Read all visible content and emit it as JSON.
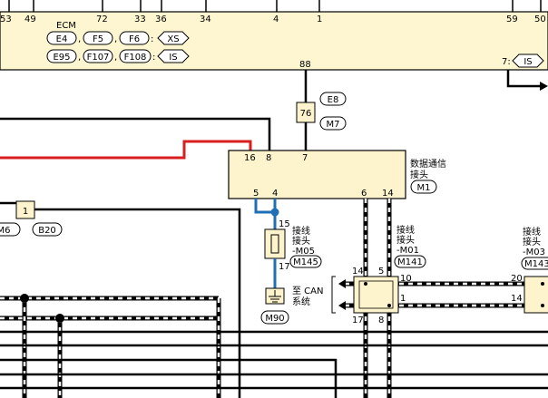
{
  "colors": {
    "ecm_fill": "#fdf6d0",
    "connector_fill": "#fdf3cc",
    "wire_black": "#000000",
    "wire_red": "#d81e1e",
    "wire_blue": "#1f6fb5"
  },
  "ecm": {
    "title": "ECM",
    "top_pins": [
      "53",
      "49",
      "72",
      "33",
      "36",
      "34",
      "4",
      "1",
      "59",
      "50"
    ],
    "connectors_row1": [
      "E4",
      "F5",
      "F6",
      "XS"
    ],
    "connectors_row2": [
      "E95",
      "F107",
      "F108",
      "IS"
    ],
    "pin_88": "88",
    "pin_7_label": "7:",
    "pin_7_tag": "IS"
  },
  "connector_76": {
    "number": "76",
    "tag_top": "E8",
    "tag_bottom": "M7"
  },
  "data_link": {
    "label_line1": "数据通信",
    "label_line2": "接头",
    "tag": "M1",
    "top_pins": [
      "16",
      "8",
      "7"
    ],
    "bottom_pins": [
      "5",
      "4",
      "6",
      "14"
    ]
  },
  "joint_m05": {
    "label_line1": "接线",
    "label_line2": "接头",
    "label_line3": "-M05",
    "tag": "M145",
    "pin_top": "15",
    "pin_bottom": "17"
  },
  "joint_m01": {
    "label_line1": "接线",
    "label_line2": "接头",
    "label_line3": "-M01",
    "tag": "M141",
    "pins_left": [
      "14",
      "17"
    ],
    "pins_right": [
      "5",
      "10",
      "1",
      "8"
    ]
  },
  "joint_m03": {
    "label_line1": "接线",
    "label_line2": "接头",
    "label_line3": "-M03",
    "tag": "M143",
    "pins": [
      "20",
      "14"
    ]
  },
  "can_ground": {
    "label_line1": "至 CAN",
    "label_line2": "系统",
    "tag": "M90"
  },
  "connector_1": {
    "number": "1",
    "tag_left": "M6",
    "tag_right": "B20"
  }
}
